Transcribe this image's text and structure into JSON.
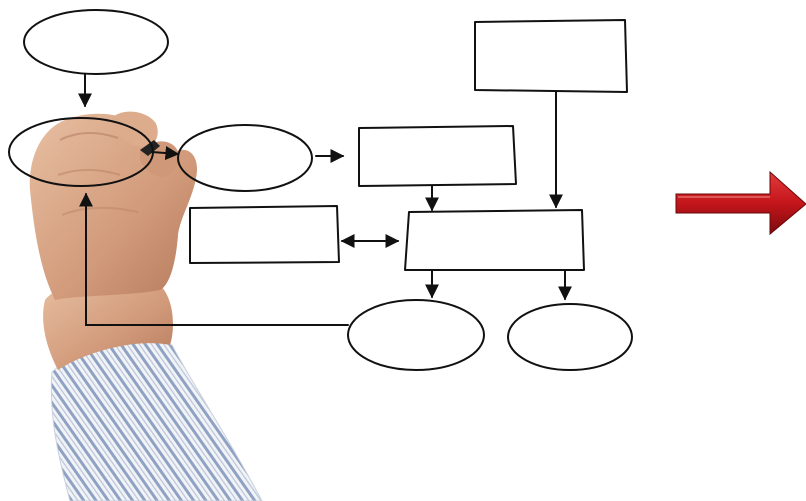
{
  "diagram": {
    "nodes": [
      {
        "id": "n1",
        "shape": "ellipse",
        "label": ""
      },
      {
        "id": "n2",
        "shape": "ellipse",
        "label": ""
      },
      {
        "id": "n3",
        "shape": "ellipse",
        "label": ""
      },
      {
        "id": "n4",
        "shape": "rectangle",
        "label": ""
      },
      {
        "id": "n5",
        "shape": "rectangle",
        "label": ""
      },
      {
        "id": "n6",
        "shape": "rectangle",
        "label": ""
      },
      {
        "id": "n7",
        "shape": "rectangle",
        "label": ""
      },
      {
        "id": "n8",
        "shape": "ellipse",
        "label": ""
      },
      {
        "id": "n9",
        "shape": "ellipse",
        "label": ""
      }
    ],
    "edges": [
      {
        "from": "n1",
        "to": "n2",
        "direction": "forward"
      },
      {
        "from": "n2",
        "to": "n3",
        "direction": "forward"
      },
      {
        "from": "n3",
        "to": "n4",
        "direction": "forward"
      },
      {
        "from": "n4",
        "to": "n7",
        "direction": "forward"
      },
      {
        "from": "n5",
        "to": "n7",
        "direction": "forward"
      },
      {
        "from": "n6",
        "to": "n7",
        "direction": "bidirectional"
      },
      {
        "from": "n7",
        "to": "n8",
        "direction": "forward"
      },
      {
        "from": "n7",
        "to": "n9",
        "direction": "forward"
      },
      {
        "from": "n8",
        "to": "n2",
        "direction": "forward"
      }
    ],
    "stroke_color": "#111111",
    "hand_drawn": true
  },
  "decorations": {
    "hand_with_marker": {
      "name": "hand-drawing-icon",
      "skin": "#d9a98a",
      "sleeve_stripes": "#7f93b5"
    },
    "next_arrow": {
      "name": "next-arrow-icon",
      "color": "#b8161a"
    }
  },
  "colors": {
    "background": "#ffffff",
    "ink": "#111111",
    "accent": "#c8181c"
  }
}
